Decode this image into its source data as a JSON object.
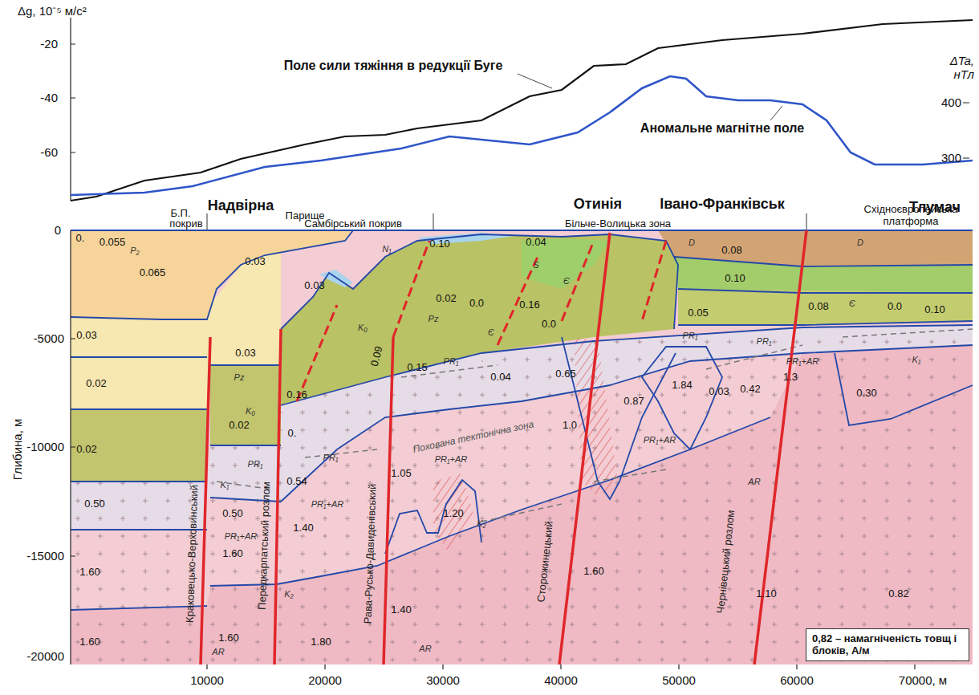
{
  "diagram": {
    "nodes": [
      {
        "text": [
          "0,82 – намагніченість товщ і блоків, А/м"
        ]
      }
    ],
    "labels": [
      "Δg, 10⁻⁵ м/с²",
      "-20",
      "-40",
      "-60",
      "0",
      "ΔTa, нТл",
      "400",
      "300",
      "Поле сили тяжіння в редукції Буге",
      "Аномальне магнітне поле",
      "Надвірна",
      "Отинія",
      "Івано-Франківськ",
      "Тлумач",
      "Б.П.",
      "покрив",
      "Парище",
      "Самбірський покрив",
      "Більче-Волицька зона",
      "Східноєвропейська платформа",
      "Глибина, м",
      "-5000",
      "-10000",
      "-15000",
      "-20000",
      "10000",
      "20000",
      "30000",
      "40000",
      "50000",
      "60000",
      "70000, м",
      "Краковецько-Верховинський",
      "Передкарпатський розлом",
      "Рава-Русько-Давиденівський",
      "Сторожинецький",
      "Чернівецький розлом",
      "Похована тектонічна зона",
      "0.",
      "0.055",
      "0.065",
      "0.03",
      "0.02",
      "0.02",
      "0.50",
      "1.60",
      "1.60",
      "0.03",
      "0.03",
      "0.03",
      "0.02",
      "0.50",
      "1.60",
      "1.60",
      "0.16",
      "0.",
      "0.54",
      "1.40",
      "1.80",
      "0.10",
      "0.09",
      "0.02",
      "0.15",
      "1.05",
      "1.20",
      "1.40",
      "0.04",
      "0.0",
      "0.16",
      "0.0",
      "0.04",
      "0.65",
      "1.0",
      "1.60",
      "0.87",
      "1.84",
      "0.03",
      "0.42",
      "1.3",
      "0.30",
      "1.10",
      "0.82",
      "0.08",
      "0.10",
      "0.08",
      "0.0",
      "0.05",
      "0.10",
      "P₂",
      "N₁",
      "Pz",
      "K₀",
      "PR₁",
      "K₁",
      "PR₁+AR",
      "AR",
      "Pz",
      "K₀",
      "PR₁",
      "PR₁+AR",
      "K₂",
      "PR₁",
      "PR₁+AR",
      "K₂",
      "AR",
      "S",
      "Є",
      "Є",
      "D",
      "D",
      "Є",
      "PR₁",
      "PR₁+AR",
      "PR₁",
      "PR₁+AR",
      "K₁",
      "AR"
    ]
  }
}
